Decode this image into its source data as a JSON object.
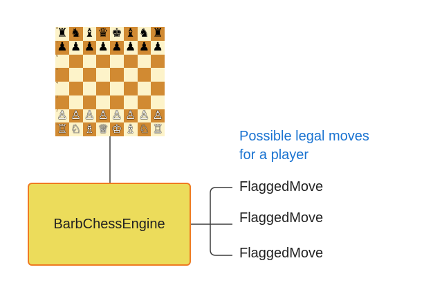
{
  "board": {
    "rank_labels": [
      "8",
      "7",
      "6",
      "5",
      "4",
      "3",
      "2",
      "1"
    ],
    "rows": [
      [
        "♜",
        "♞",
        "♝",
        "♛",
        "♚",
        "♝",
        "♞",
        "♜"
      ],
      [
        "♟",
        "♟",
        "♟",
        "♟",
        "♟",
        "♟",
        "♟",
        "♟"
      ],
      [
        "",
        "",
        "",
        "",
        "",
        "",
        "",
        ""
      ],
      [
        "",
        "",
        "",
        "",
        "",
        "",
        "",
        ""
      ],
      [
        "",
        "",
        "",
        "",
        "",
        "",
        "",
        ""
      ],
      [
        "",
        "",
        "",
        "",
        "",
        "",
        "",
        ""
      ],
      [
        "♙",
        "♙",
        "♙",
        "♙",
        "♙",
        "♙",
        "♙",
        "♙"
      ],
      [
        "♖",
        "♘",
        "♗",
        "♕",
        "♔",
        "♗",
        "♘",
        "♖"
      ]
    ],
    "piece_colors": [
      "black",
      "black",
      "none",
      "none",
      "none",
      "none",
      "white",
      "white"
    ],
    "light_color": "#fdf3c9",
    "dark_color": "#d18a32"
  },
  "engine": {
    "label": "BarbChessEngine",
    "fill": "#ecdc5b",
    "border": "#ef7a21"
  },
  "moves_caption": {
    "line1": "Possible legal moves",
    "line2": "for a player",
    "color": "#1a73d1"
  },
  "moves": [
    {
      "label": "FlaggedMove"
    },
    {
      "label": "FlaggedMove"
    },
    {
      "label": "FlaggedMove"
    }
  ]
}
